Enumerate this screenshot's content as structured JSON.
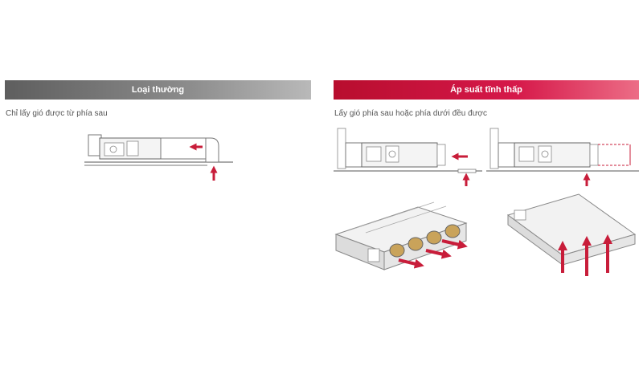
{
  "sections": {
    "standard": {
      "title": "Loại thường",
      "caption": "Chỉ lấy gió được từ phía sau"
    },
    "low_static": {
      "title": "Áp suất tĩnh thấp",
      "caption": "Lấy gió phía sau hoặc phía dưới đều được"
    }
  },
  "colors": {
    "arrow": "#c81d3a",
    "bar_standard": "#7a7a7a",
    "bar_low_static": "#d6194a",
    "line": "#666666"
  }
}
